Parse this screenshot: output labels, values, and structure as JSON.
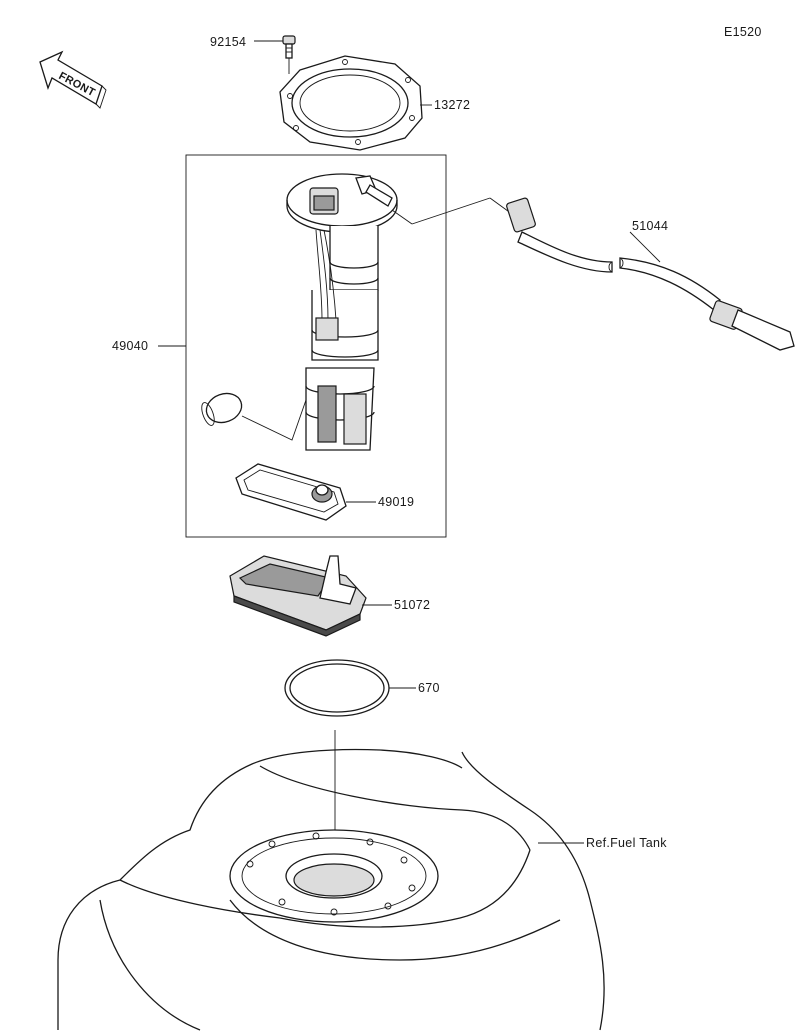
{
  "diagram": {
    "code": "E1520",
    "front_label": "FRONT",
    "parts": [
      {
        "number": "92154",
        "name": "bolt"
      },
      {
        "number": "13272",
        "name": "retaining-plate"
      },
      {
        "number": "49040",
        "name": "fuel-pump-assembly"
      },
      {
        "number": "51044",
        "name": "fuel-hose"
      },
      {
        "number": "49019",
        "name": "fuel-filter"
      },
      {
        "number": "51072",
        "name": "pump-bracket"
      },
      {
        "number": "670",
        "name": "o-ring"
      }
    ],
    "reference": "Ref.Fuel Tank"
  },
  "colors": {
    "line": "#1a1a1a",
    "shade_light": "#dcdcdc",
    "shade_mid": "#9a9a9a",
    "shade_dark": "#4a4a4a",
    "background": "#ffffff"
  }
}
